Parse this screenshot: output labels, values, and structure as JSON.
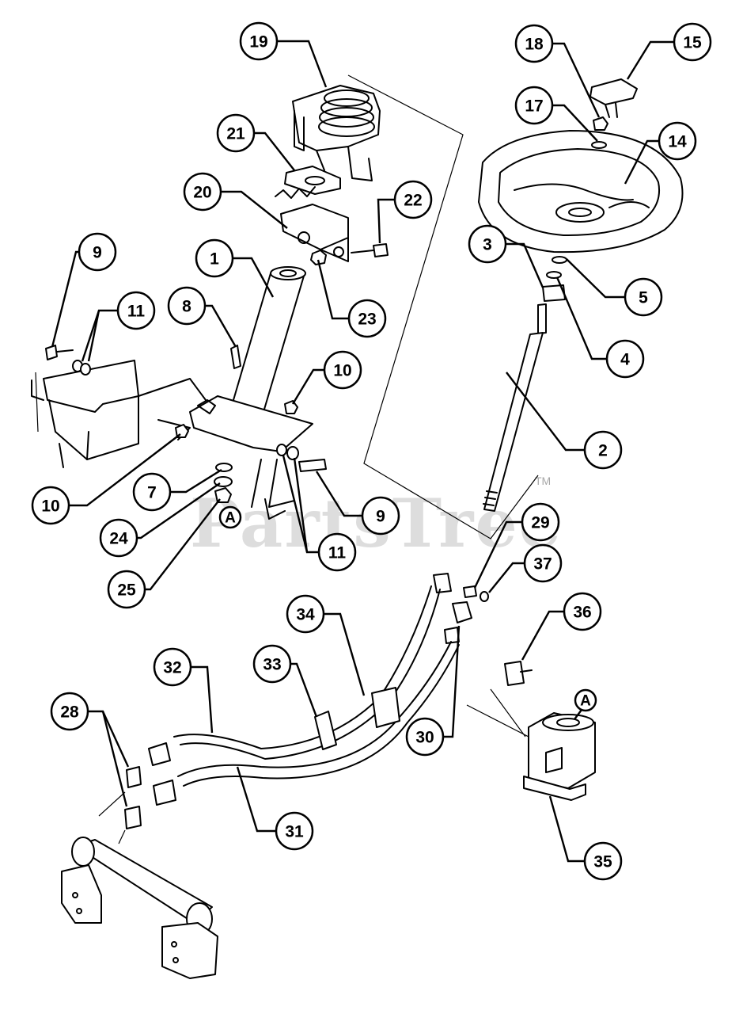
{
  "watermark": {
    "text": "PartsTree",
    "tm": "TM"
  },
  "callouts": [
    {
      "label": "19"
    },
    {
      "label": "18"
    },
    {
      "label": "15"
    },
    {
      "label": "17"
    },
    {
      "label": "21"
    },
    {
      "label": "14"
    },
    {
      "label": "20"
    },
    {
      "label": "22"
    },
    {
      "label": "3"
    },
    {
      "label": "1"
    },
    {
      "label": "9"
    },
    {
      "label": "5"
    },
    {
      "label": "11"
    },
    {
      "label": "8"
    },
    {
      "label": "23"
    },
    {
      "label": "4"
    },
    {
      "label": "10"
    },
    {
      "label": "10"
    },
    {
      "label": "2"
    },
    {
      "label": "7"
    },
    {
      "label": "9"
    },
    {
      "label": "24"
    },
    {
      "label": "11"
    },
    {
      "label": "29"
    },
    {
      "label": "25"
    },
    {
      "label": "37"
    },
    {
      "label": "34"
    },
    {
      "label": "36"
    },
    {
      "label": "32"
    },
    {
      "label": "33"
    },
    {
      "label": "28"
    },
    {
      "label": "30"
    },
    {
      "label": "31"
    },
    {
      "label": "35"
    }
  ],
  "reference_marks": [
    {
      "label": "A"
    },
    {
      "label": "A"
    }
  ]
}
